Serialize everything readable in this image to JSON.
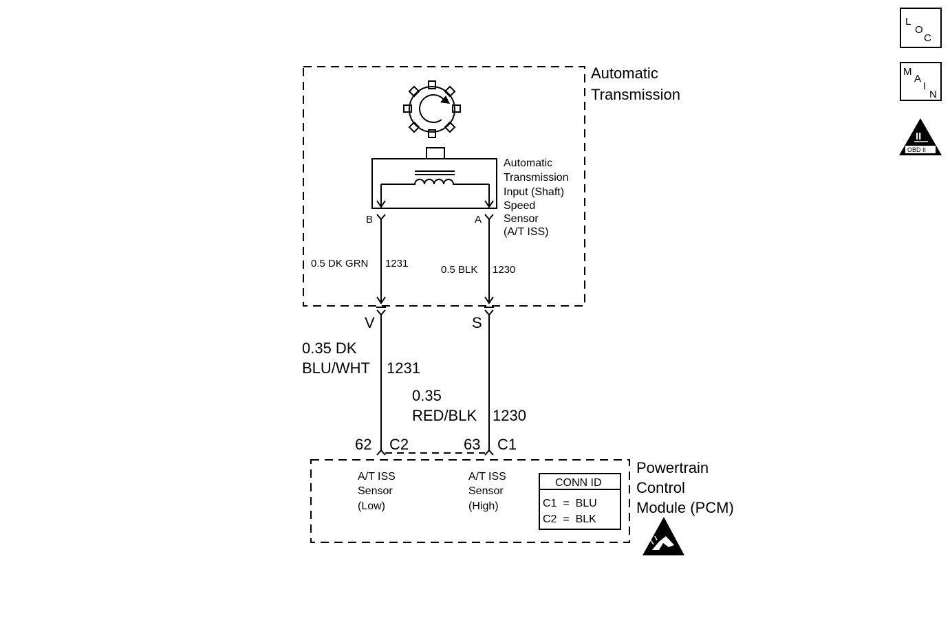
{
  "nav_icons": {
    "loc": [
      "L",
      "O",
      "C"
    ],
    "main": [
      "M",
      "A",
      "I",
      "N"
    ],
    "obd": {
      "numeral": "II",
      "caption": "OBD II"
    }
  },
  "transmission": {
    "title_line1": "Automatic",
    "title_line2": "Transmission"
  },
  "sensor": {
    "lines": [
      "Automatic",
      "Transmission",
      "Input (Shaft)",
      "Speed",
      "Sensor",
      "(A/T ISS)"
    ],
    "pin_b": "B",
    "pin_a": "A"
  },
  "wires_inside": {
    "left": {
      "label": "0.5 DK GRN",
      "circuit": "1231"
    },
    "right": {
      "label": "0.5 BLK",
      "circuit": "1230"
    }
  },
  "connectors": {
    "left": "V",
    "right": "S"
  },
  "wires_outside": {
    "left": {
      "line1": "0.35 DK",
      "line2": "BLU/WHT",
      "circuit": "1231"
    },
    "right": {
      "line1": "0.35",
      "line2": "RED/BLK",
      "circuit": "1230"
    }
  },
  "pcm_pins": {
    "left": {
      "pin": "62",
      "conn": "C2"
    },
    "right": {
      "pin": "63",
      "conn": "C1"
    }
  },
  "pcm": {
    "title_line1": "Powertrain",
    "title_line2": "Control",
    "title_line3": "Module (PCM)",
    "input_low": [
      "A/T ISS",
      "Sensor",
      "(Low)"
    ],
    "input_high": [
      "A/T ISS",
      "Sensor",
      "(High)"
    ],
    "conn_id": {
      "header": "CONN ID",
      "rows": [
        "C1  =  BLU",
        "C2  =  BLK"
      ]
    }
  }
}
